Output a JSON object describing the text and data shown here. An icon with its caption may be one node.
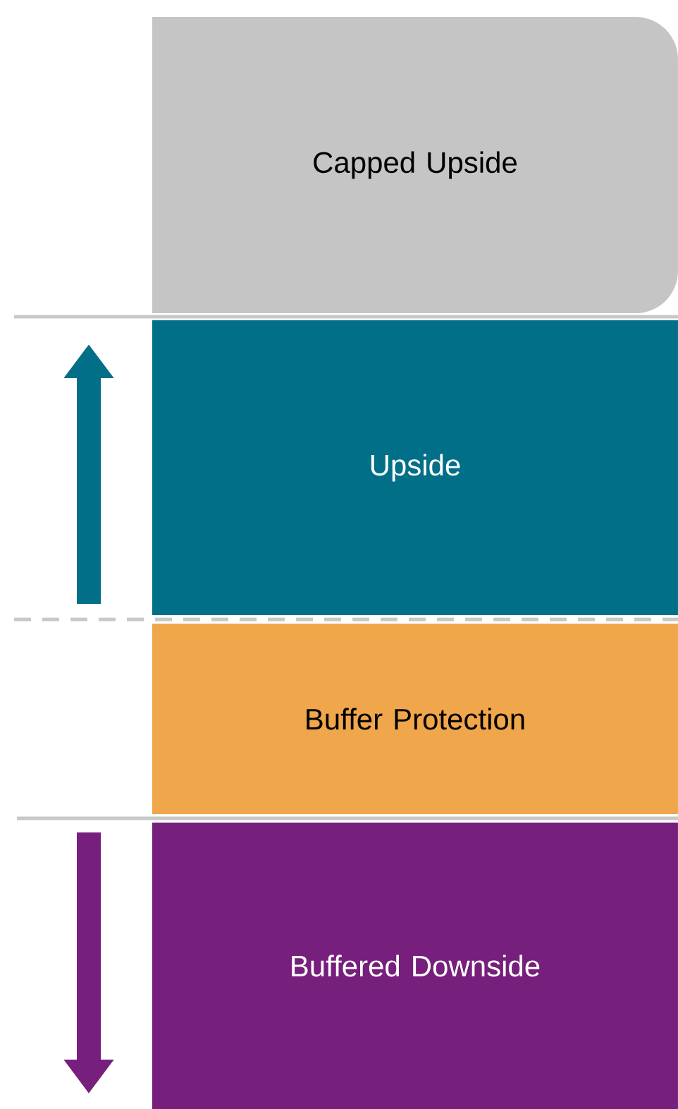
{
  "diagram": {
    "nodes": [
      {
        "text": [
          "Capped Upside"
        ]
      },
      {
        "text": [
          "Upside"
        ]
      },
      {
        "text": [
          "Buffer Protection"
        ]
      },
      {
        "text": [
          "Buffered Downside"
        ]
      }
    ]
  }
}
